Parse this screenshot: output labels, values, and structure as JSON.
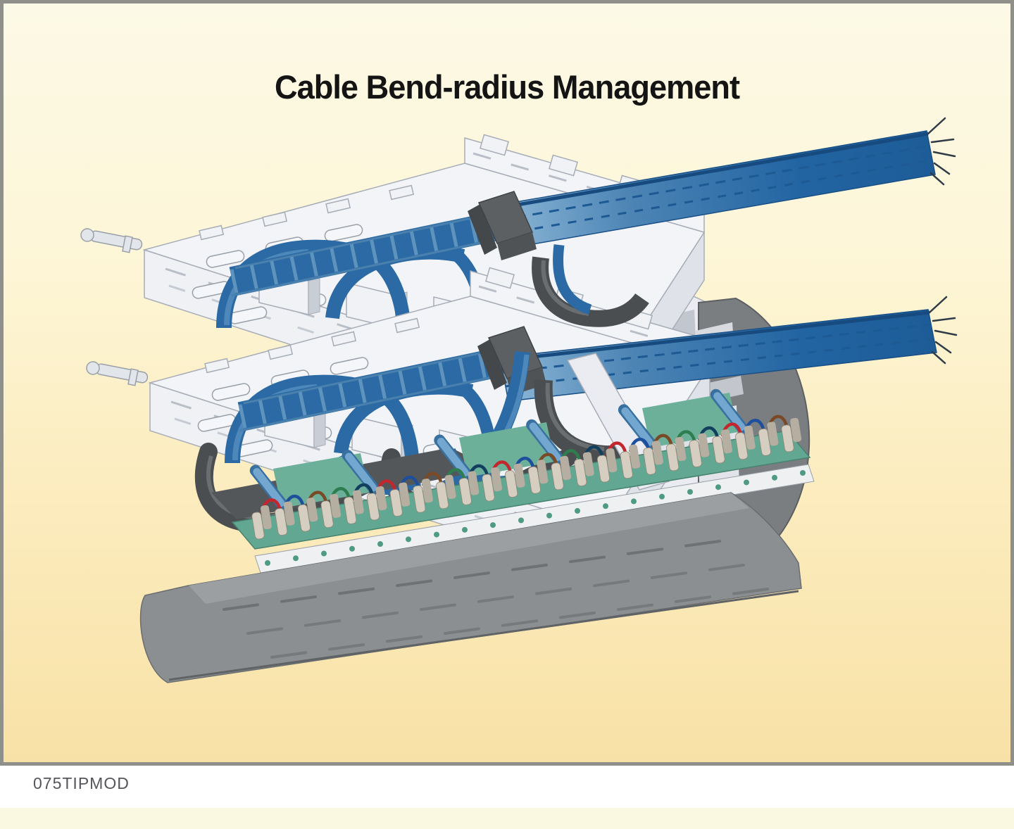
{
  "figure": {
    "title": "Cable Bend-radius Management",
    "caption": "075TIPMOD"
  },
  "palette": {
    "canvas_top": "#fcf9e6",
    "canvas_mid": "#fcedc0",
    "canvas_bottom": "#f8e1a6",
    "frame_border": "#90908a",
    "footer_white": "#ffffff",
    "footer_cream": "#fbf8e1",
    "title_ink": "#141414",
    "caption_ink": "#55565c",
    "tray_white": "#f3f4f8",
    "tray_shade": "#dfe2e8",
    "outline_gray": "#a7adb6",
    "cable_blue": "#2b6aa4",
    "cable_blue_dark": "#1d5c97",
    "cable_blue_light": "#8fb9d8",
    "guide_dark": "#4b4e51",
    "housing_gray": "#7b7e81",
    "housing_dark": "#606366",
    "base_gray": "#8c8f91",
    "board_teal": "#62a792",
    "tooth_tan": "#d6cec0",
    "wire_red": "#c1272d",
    "wire_blue": "#1d4f9c",
    "wire_brown": "#7a4a26",
    "wire_green": "#2e7d4f",
    "wire_navy": "#123f5e"
  },
  "components": [
    "upper-cable-tray",
    "lower-cable-tray",
    "cable-bundle-upper",
    "cable-bundle-lower",
    "bend-radius-clip-upper",
    "bend-radius-clip-lower",
    "bend-radius-hook-upper",
    "bend-radius-hook-lower",
    "cable-guides",
    "cutaway-housing",
    "termination-board",
    "punch-down-teeth",
    "mounting-base"
  ]
}
